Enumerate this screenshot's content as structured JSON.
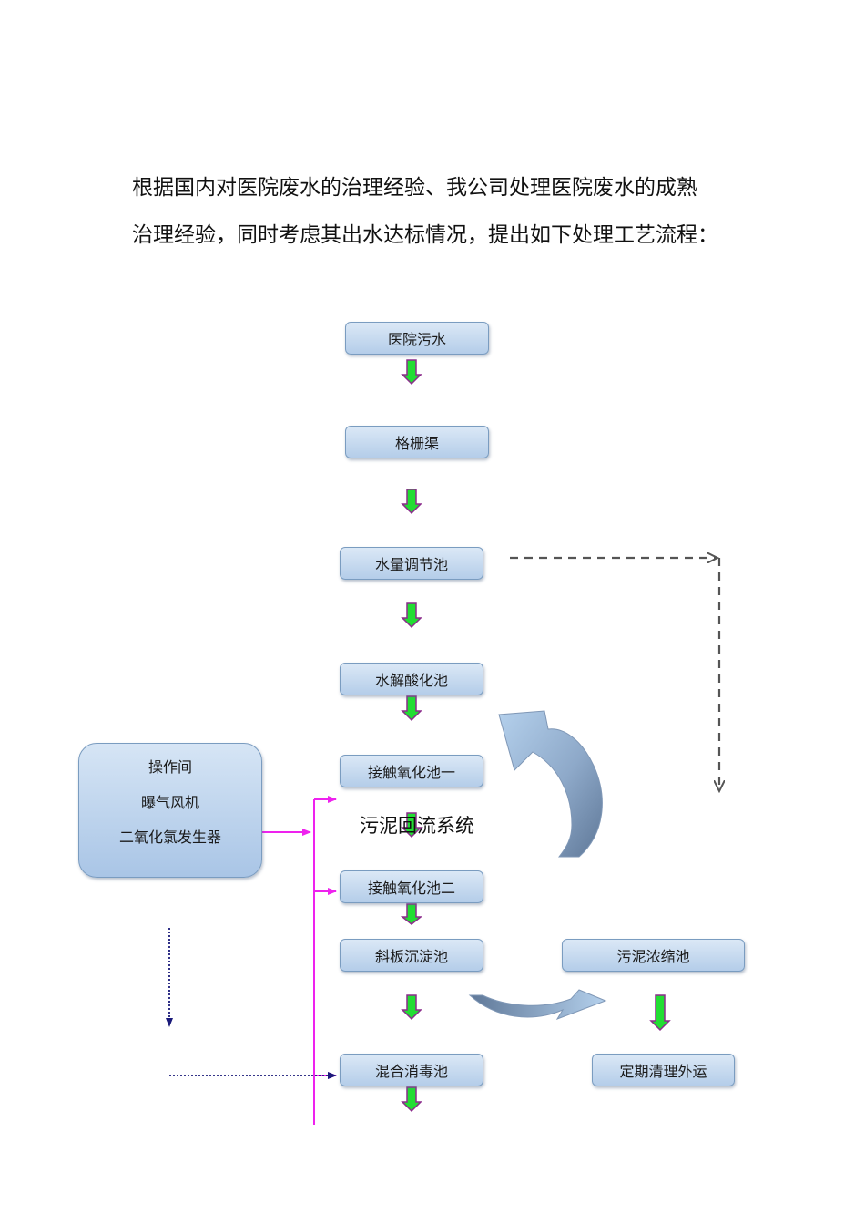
{
  "intro": {
    "line1": "根据国内对医院废水的治理经验、我公司处理医院废水的成熟",
    "line2": "治理经验，同时考虑其出水达标情况，提出如下处理工艺流程："
  },
  "nodes": {
    "hospital_sewage": "医院污水",
    "screen_channel": "格栅渠",
    "equalization_tank": "水量调节池",
    "hydrolysis_tank": "水解酸化池",
    "contact_oxidation_1": "接触氧化池一",
    "contact_oxidation_2": "接触氧化池二",
    "inclined_settler": "斜板沉淀池",
    "disinfection_tank": "混合消毒池",
    "sludge_thickener": "污泥浓缩池",
    "sludge_disposal": "定期清理外运"
  },
  "operation_room": {
    "title": "操作间",
    "item1": "曝气风机",
    "item2": "二氧化氯发生器"
  },
  "sludge_return_label": "污泥回流系统",
  "colors": {
    "box_top": "#dbe8f6",
    "box_bottom": "#b4cde9",
    "box_border": "#7a9cc0",
    "down_arrow_fill": "#22dd33",
    "down_arrow_outline": "#8b2c8b",
    "air_line": "#ee22ee",
    "dashed_line": "#555555",
    "dosing_line": "#1a1a7a",
    "curved_arrow_light": "#a7c6e6",
    "curved_arrow_dark": "#6e87a6"
  }
}
